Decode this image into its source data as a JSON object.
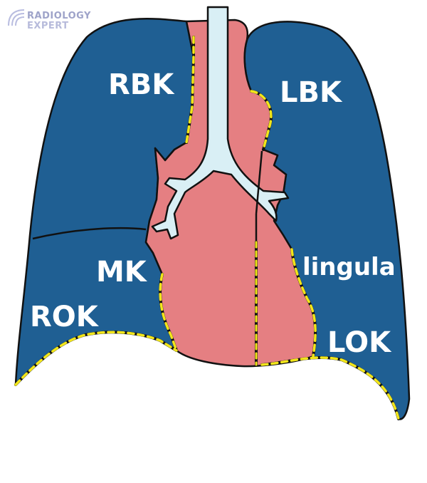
{
  "logo": {
    "line1": "RADIOLOGY",
    "line2": "EXPERT"
  },
  "labels": {
    "rbk": "RBK",
    "lbk": "LBK",
    "mk": "MK",
    "lingula": "lingula",
    "rok": "ROK",
    "lok": "LOK"
  },
  "colors": {
    "lung": "#1f5f93",
    "heart": "#e57f82",
    "airway": "#d9eff5",
    "outline": "#111111",
    "boundary": "#f2e61a"
  }
}
